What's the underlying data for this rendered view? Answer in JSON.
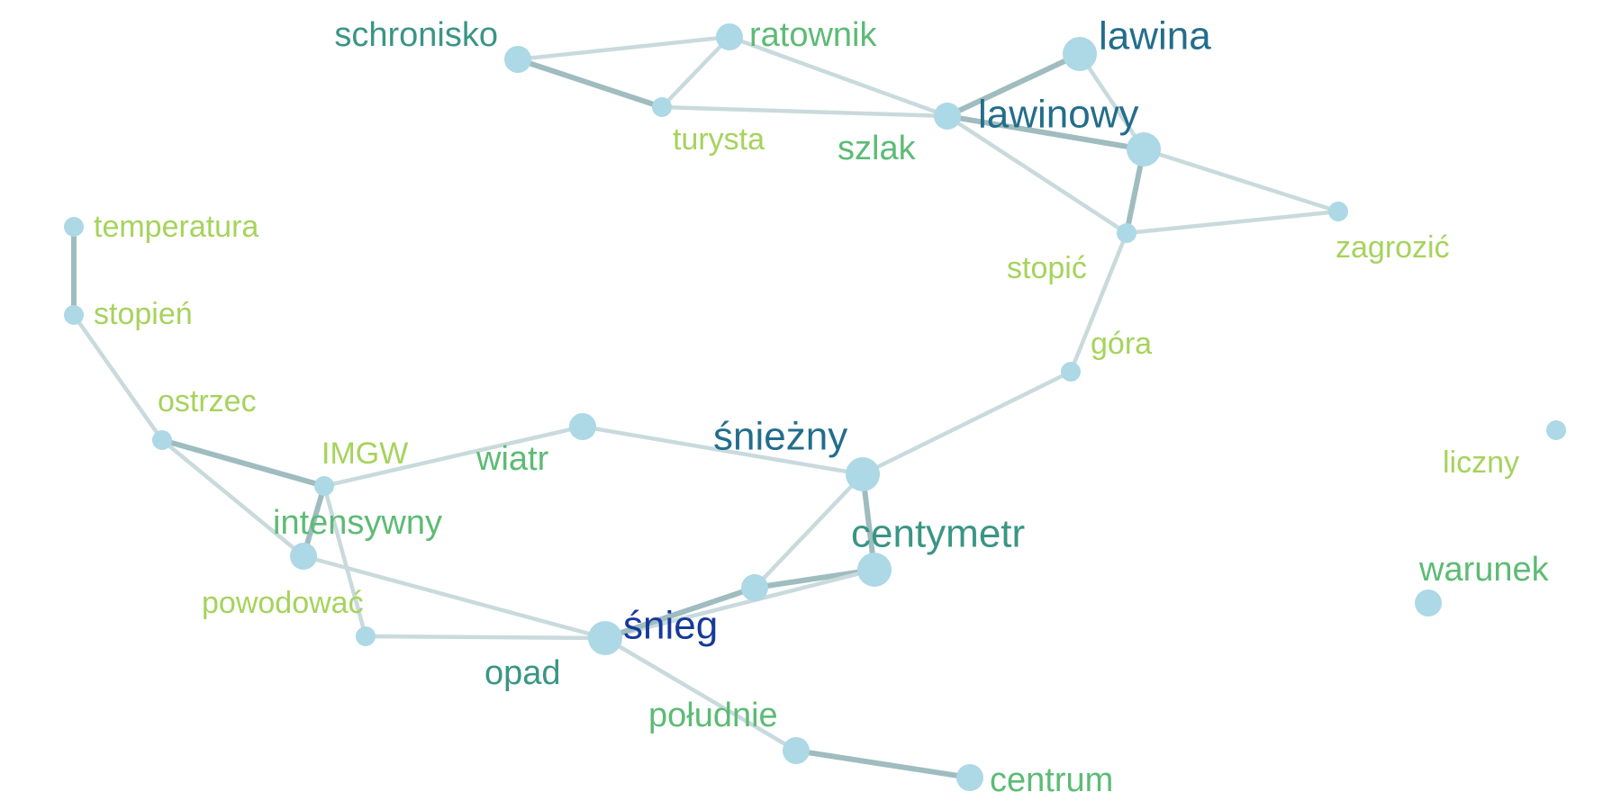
{
  "colors": {
    "node": "#add8e6",
    "edge_light": "#c9dadd",
    "edge_dark": "#9fbcbf",
    "label_palette": {
      "c1": "#a6d35c",
      "c2": "#5dbb75",
      "c3": "#3a9585",
      "c4": "#236d8c",
      "c5": "#17399a"
    }
  },
  "nodes": [
    {
      "id": "schronisko",
      "label": "schronisko",
      "size": 2,
      "color": "c3"
    },
    {
      "id": "ratownik",
      "label": "ratownik",
      "size": 2,
      "color": "c2"
    },
    {
      "id": "lawina",
      "label": "lawina",
      "size": 3,
      "color": "c4"
    },
    {
      "id": "turysta",
      "label": "turysta",
      "size": 1,
      "color": "c1"
    },
    {
      "id": "szlak",
      "label": "szlak",
      "size": 2,
      "color": "c2"
    },
    {
      "id": "lawinowy",
      "label": "lawinowy",
      "size": 3,
      "color": "c4"
    },
    {
      "id": "zagrozic",
      "label": "zagrozić",
      "size": 1,
      "color": "c1"
    },
    {
      "id": "stopic",
      "label": "stopić",
      "size": 1,
      "color": "c1"
    },
    {
      "id": "gora",
      "label": "góra",
      "size": 1,
      "color": "c1"
    },
    {
      "id": "temperatura",
      "label": "temperatura",
      "size": 1,
      "color": "c1"
    },
    {
      "id": "stopien",
      "label": "stopień",
      "size": 1,
      "color": "c1"
    },
    {
      "id": "ostrzec",
      "label": "ostrzec",
      "size": 1,
      "color": "c1"
    },
    {
      "id": "imgw",
      "label": "IMGW",
      "size": 1,
      "color": "c1"
    },
    {
      "id": "wiatr",
      "label": "wiatr",
      "size": 2,
      "color": "c2"
    },
    {
      "id": "snieznny",
      "label": "śnieżny",
      "size": 3,
      "color": "c4"
    },
    {
      "id": "intensywny",
      "label": "intensywny",
      "size": 2,
      "color": "c2"
    },
    {
      "id": "powodowac",
      "label": "powodować",
      "size": 1,
      "color": "c1"
    },
    {
      "id": "centymetr",
      "label": "centymetr",
      "size": 3,
      "color": "c3"
    },
    {
      "id": "snieg",
      "label": "śnieg",
      "size": 3,
      "color": "c5"
    },
    {
      "id": "opad",
      "label": "opad",
      "size": 2,
      "color": "c3"
    },
    {
      "id": "poludnie",
      "label": "południe",
      "size": 2,
      "color": "c2"
    },
    {
      "id": "centrum",
      "label": "centrum",
      "size": 2,
      "color": "c2"
    },
    {
      "id": "liczny",
      "label": "liczny",
      "size": 1,
      "color": "c1"
    },
    {
      "id": "warunek",
      "label": "warunek",
      "size": 2,
      "color": "c2"
    }
  ],
  "edges": [
    {
      "source": "schronisko",
      "target": "ratownik",
      "weight": 1
    },
    {
      "source": "schronisko",
      "target": "turysta",
      "weight": 2
    },
    {
      "source": "ratownik",
      "target": "turysta",
      "weight": 1
    },
    {
      "source": "ratownik",
      "target": "szlak",
      "weight": 1
    },
    {
      "source": "turysta",
      "target": "szlak",
      "weight": 1
    },
    {
      "source": "szlak",
      "target": "lawina",
      "weight": 2
    },
    {
      "source": "szlak",
      "target": "lawinowy",
      "weight": 2
    },
    {
      "source": "szlak",
      "target": "stopic",
      "weight": 1
    },
    {
      "source": "lawina",
      "target": "lawinowy",
      "weight": 1
    },
    {
      "source": "lawinowy",
      "target": "zagrozic",
      "weight": 1
    },
    {
      "source": "lawinowy",
      "target": "stopic",
      "weight": 2
    },
    {
      "source": "stopic",
      "target": "zagrozic",
      "weight": 1
    },
    {
      "source": "stopic",
      "target": "gora",
      "weight": 1
    },
    {
      "source": "gora",
      "target": "snieznny",
      "weight": 1
    },
    {
      "source": "temperatura",
      "target": "stopien",
      "weight": 2
    },
    {
      "source": "stopien",
      "target": "ostrzec",
      "weight": 1
    },
    {
      "source": "ostrzec",
      "target": "imgw",
      "weight": 2
    },
    {
      "source": "ostrzec",
      "target": "intensywny",
      "weight": 1
    },
    {
      "source": "imgw",
      "target": "wiatr",
      "weight": 1
    },
    {
      "source": "imgw",
      "target": "intensywny",
      "weight": 2
    },
    {
      "source": "imgw",
      "target": "powodowac",
      "weight": 1
    },
    {
      "source": "wiatr",
      "target": "snieznny",
      "weight": 1
    },
    {
      "source": "snieznny",
      "target": "centymetr",
      "weight": 2
    },
    {
      "source": "snieznny",
      "target": "opad",
      "weight": 1
    },
    {
      "source": "intensywny",
      "target": "snieg",
      "weight": 1
    },
    {
      "source": "powodowac",
      "target": "snieg",
      "weight": 1
    },
    {
      "source": "opad",
      "target": "centymetr",
      "weight": 2
    },
    {
      "source": "snieg",
      "target": "centymetr",
      "weight": 1
    },
    {
      "source": "snieg",
      "target": "opad",
      "weight": 2
    },
    {
      "source": "snieg",
      "target": "poludnie",
      "weight": 1
    },
    {
      "source": "poludnie",
      "target": "centrum",
      "weight": 2
    }
  ]
}
